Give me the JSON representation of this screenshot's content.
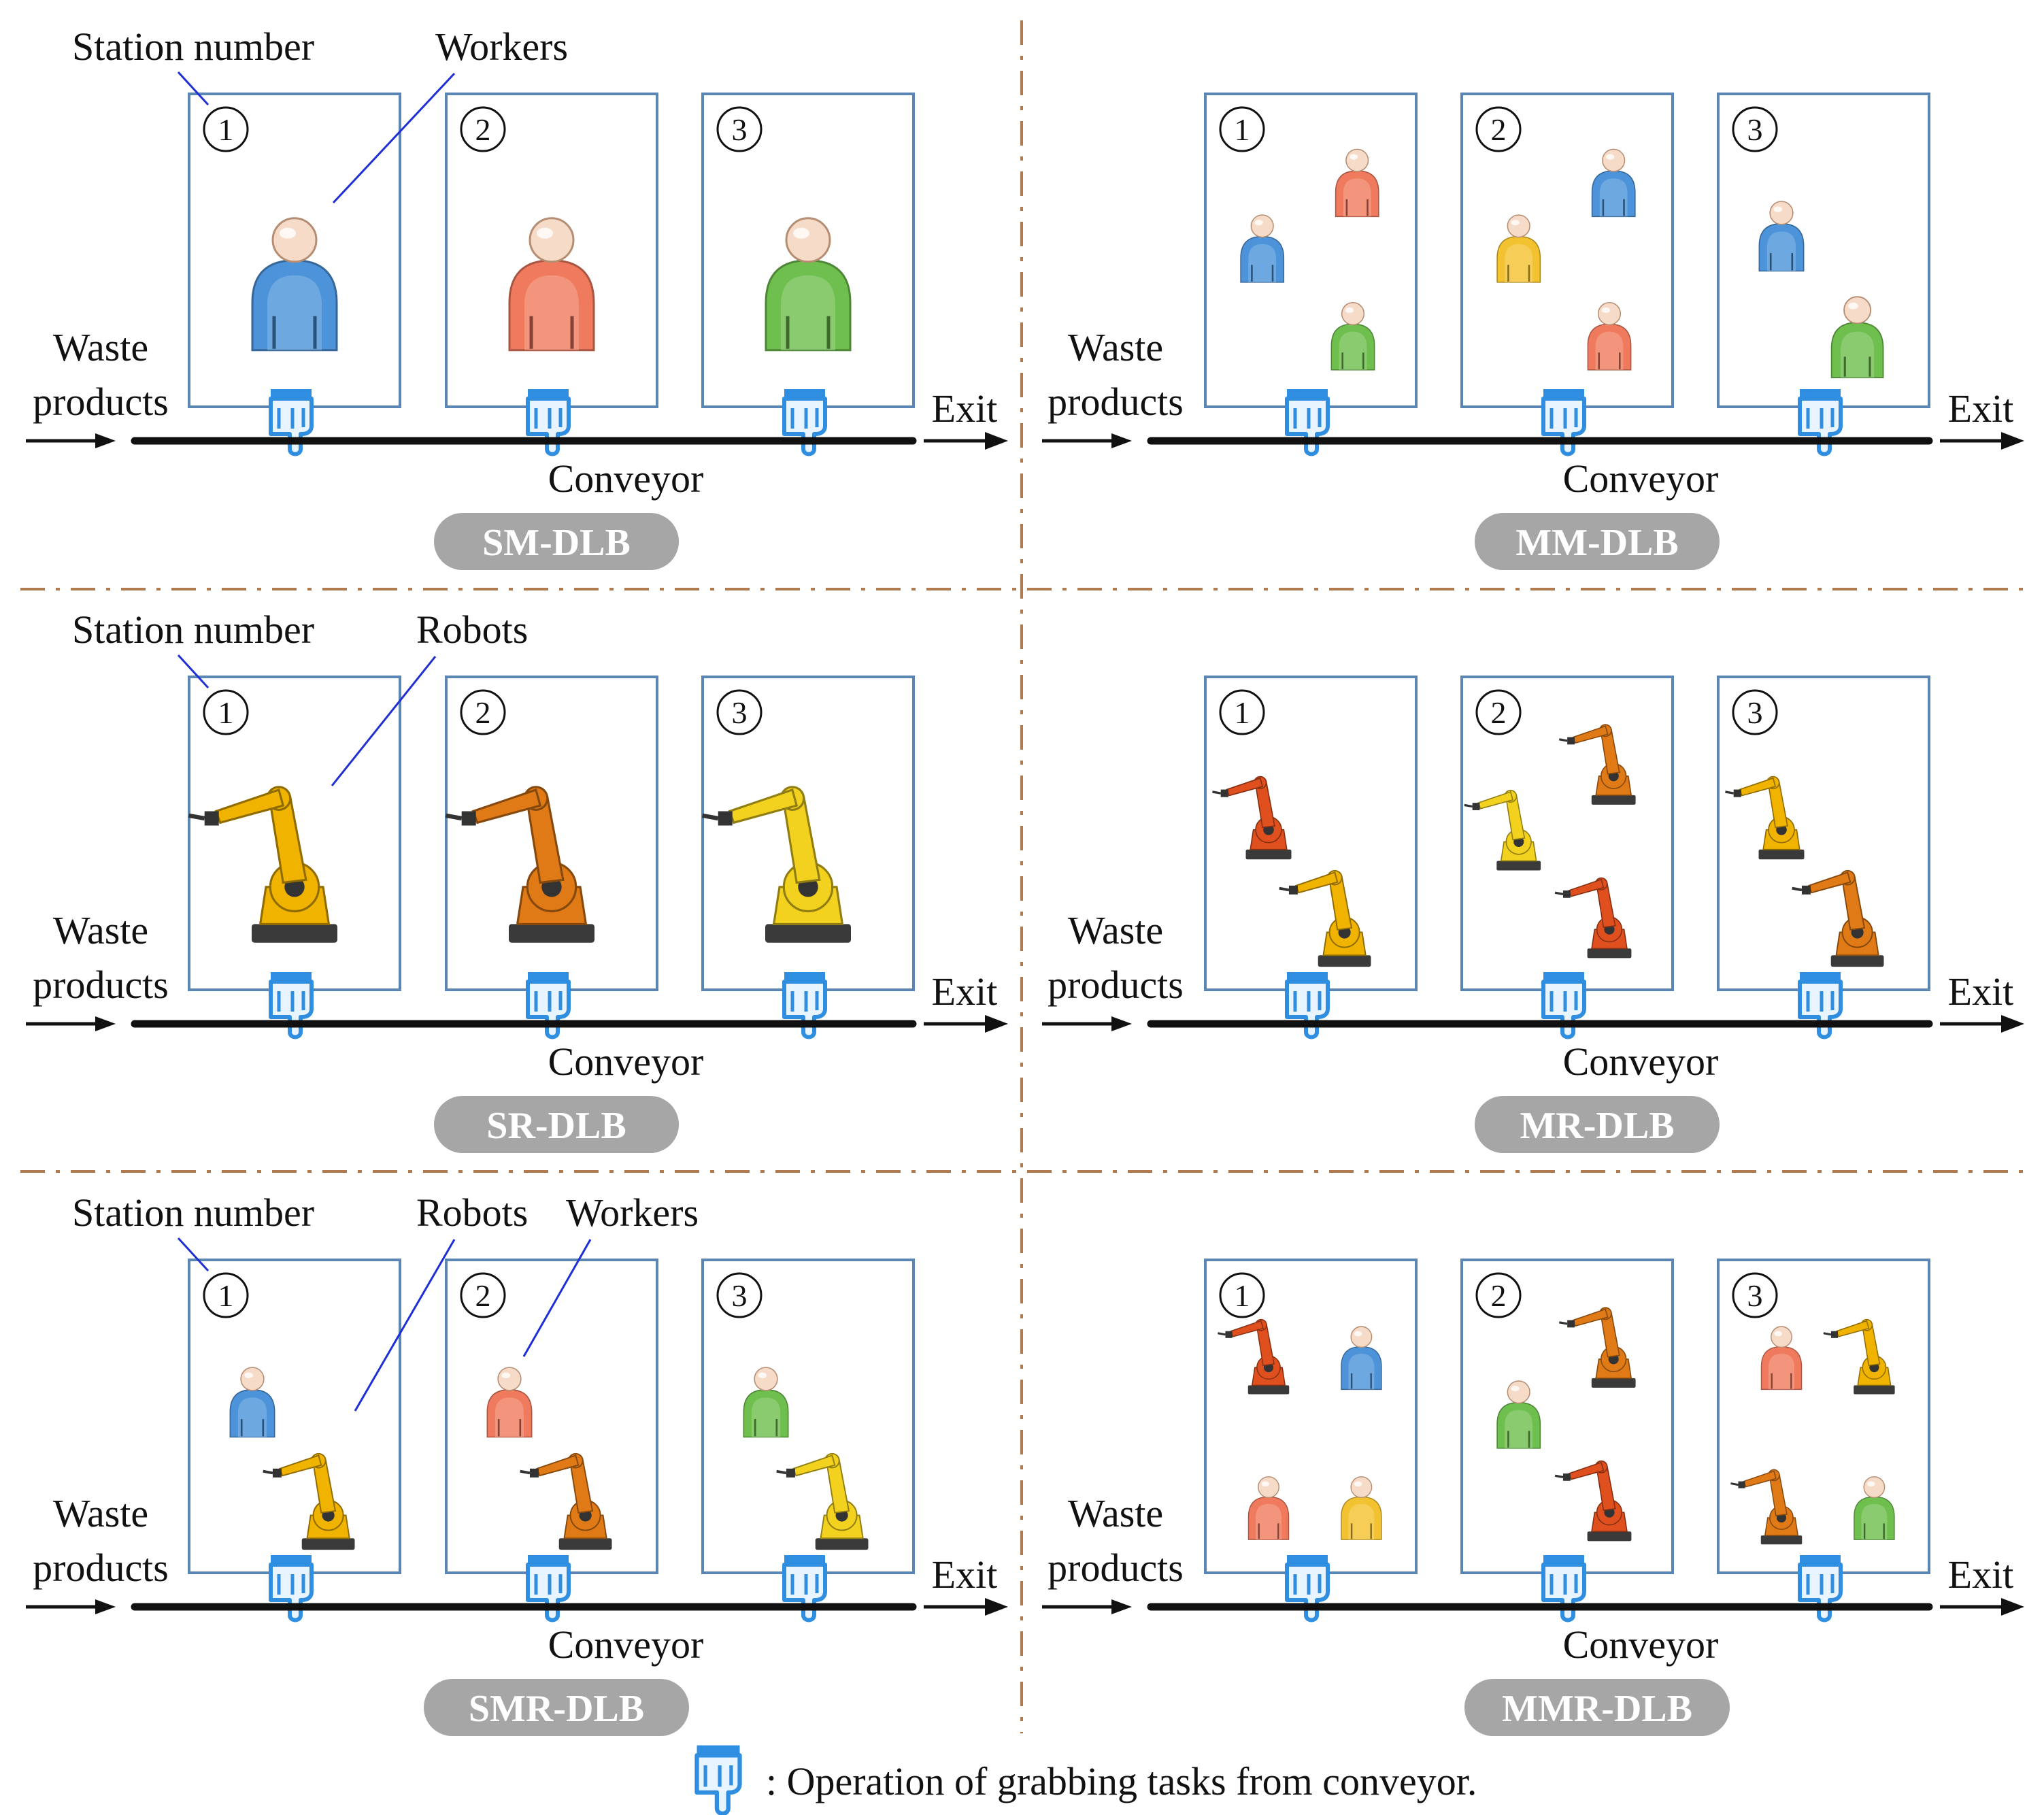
{
  "panels": [
    {
      "id": "sm",
      "badge": "SM-DLB",
      "station_label": "Station number",
      "callouts": [
        "Workers"
      ],
      "stations": [
        {
          "number": "1",
          "items": [
            {
              "kind": "worker",
              "color": "blue"
            }
          ]
        },
        {
          "number": "2",
          "items": [
            {
              "kind": "worker",
              "color": "red"
            }
          ]
        },
        {
          "number": "3",
          "items": [
            {
              "kind": "worker",
              "color": "green"
            }
          ]
        }
      ]
    },
    {
      "id": "mm",
      "badge": "MM-DLB",
      "callouts": [],
      "stations": [
        {
          "number": "1",
          "items": [
            {
              "kind": "worker",
              "color": "red"
            },
            {
              "kind": "worker",
              "color": "blue"
            },
            {
              "kind": "worker",
              "color": "green"
            }
          ]
        },
        {
          "number": "2",
          "items": [
            {
              "kind": "worker",
              "color": "blue"
            },
            {
              "kind": "worker",
              "color": "yellow"
            },
            {
              "kind": "worker",
              "color": "red"
            }
          ]
        },
        {
          "number": "3",
          "items": [
            {
              "kind": "worker",
              "color": "blue"
            },
            {
              "kind": "worker",
              "color": "green"
            }
          ]
        }
      ]
    },
    {
      "id": "sr",
      "badge": "SR-DLB",
      "station_label": "Station number",
      "callouts": [
        "Robots"
      ],
      "stations": [
        {
          "number": "1",
          "items": [
            {
              "kind": "robot",
              "color": "yellow"
            }
          ]
        },
        {
          "number": "2",
          "items": [
            {
              "kind": "robot",
              "color": "orange"
            }
          ]
        },
        {
          "number": "3",
          "items": [
            {
              "kind": "robot",
              "color": "gold"
            }
          ]
        }
      ]
    },
    {
      "id": "mr",
      "badge": "MR-DLB",
      "callouts": [],
      "stations": [
        {
          "number": "1",
          "items": [
            {
              "kind": "robot",
              "color": "red"
            },
            {
              "kind": "robot",
              "color": "yellow"
            }
          ]
        },
        {
          "number": "2",
          "items": [
            {
              "kind": "robot",
              "color": "orange"
            },
            {
              "kind": "robot",
              "color": "gold"
            },
            {
              "kind": "robot",
              "color": "red"
            }
          ]
        },
        {
          "number": "3",
          "items": [
            {
              "kind": "robot",
              "color": "yellow"
            },
            {
              "kind": "robot",
              "color": "orange"
            }
          ]
        }
      ]
    },
    {
      "id": "smr",
      "badge": "SMR-DLB",
      "station_label": "Station number",
      "callouts": [
        "Robots",
        "Workers"
      ],
      "stations": [
        {
          "number": "1",
          "items": [
            {
              "kind": "worker",
              "color": "blue"
            },
            {
              "kind": "robot",
              "color": "yellow"
            }
          ]
        },
        {
          "number": "2",
          "items": [
            {
              "kind": "worker",
              "color": "red"
            },
            {
              "kind": "robot",
              "color": "orange"
            }
          ]
        },
        {
          "number": "3",
          "items": [
            {
              "kind": "worker",
              "color": "green"
            },
            {
              "kind": "robot",
              "color": "gold"
            }
          ]
        }
      ]
    },
    {
      "id": "mmr",
      "badge": "MMR-DLB",
      "callouts": [],
      "stations": [
        {
          "number": "1",
          "items": [
            {
              "kind": "robot",
              "color": "red"
            },
            {
              "kind": "worker",
              "color": "blue"
            },
            {
              "kind": "worker",
              "color": "red"
            },
            {
              "kind": "worker",
              "color": "yellow"
            }
          ]
        },
        {
          "number": "2",
          "items": [
            {
              "kind": "robot",
              "color": "orange"
            },
            {
              "kind": "worker",
              "color": "green"
            },
            {
              "kind": "robot",
              "color": "red"
            }
          ]
        },
        {
          "number": "3",
          "items": [
            {
              "kind": "worker",
              "color": "red"
            },
            {
              "kind": "robot",
              "color": "yellow"
            },
            {
              "kind": "robot",
              "color": "orange"
            },
            {
              "kind": "worker",
              "color": "green"
            }
          ]
        }
      ]
    }
  ],
  "line_labels": {
    "input_line1": "Waste",
    "input_line2": "products",
    "exit": "Exit",
    "conveyor": "Conveyor"
  },
  "legend": {
    "icon": "pointing-hand-icon",
    "text": ": Operation of grabbing tasks from conveyor."
  },
  "colors": {
    "worker_blue": "#4d93d9",
    "worker_red": "#f07a5e",
    "worker_green": "#6fbf4e",
    "worker_yellow": "#f2c230",
    "robot_yellow": "#f0b400",
    "robot_orange": "#e07a16",
    "robot_red": "#e0501f",
    "robot_gold": "#f2d21e",
    "hand": "#2f8ee0",
    "station_border": "#5b86b4",
    "divider": "#b07a4f",
    "badge": "#a6a6a6"
  }
}
